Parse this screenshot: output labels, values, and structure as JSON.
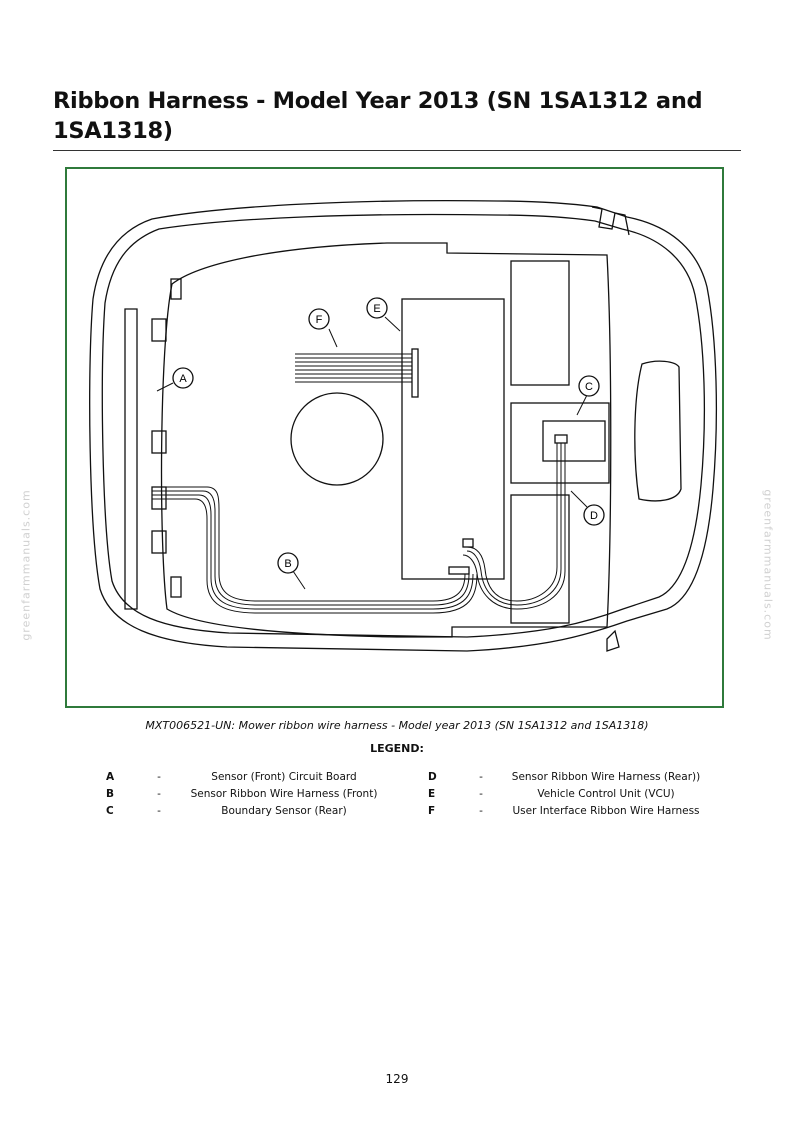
{
  "title": "Ribbon Harness - Model Year 2013 (SN 1SA1312 and 1SA1318)",
  "figure": {
    "callouts": [
      "A",
      "B",
      "C",
      "D",
      "E",
      "F"
    ]
  },
  "caption": "MXT006521-UN: Mower ribbon wire harness - Model year 2013 (SN 1SA1312 and 1SA1318)",
  "legend": {
    "heading": "LEGEND:",
    "dash": "-",
    "items": [
      {
        "letter": "A",
        "description": "Sensor (Front) Circuit Board"
      },
      {
        "letter": "B",
        "description": "Sensor Ribbon Wire Harness (Front)"
      },
      {
        "letter": "C",
        "description": "Boundary Sensor (Rear)"
      },
      {
        "letter": "D",
        "description": "Sensor Ribbon Wire Harness (Rear))"
      },
      {
        "letter": "E",
        "description": "Vehicle Control Unit (VCU)"
      },
      {
        "letter": "F",
        "description": "User Interface Ribbon Wire Harness"
      }
    ]
  },
  "watermark": "greenfarmmanuals.com",
  "page_number": "129"
}
